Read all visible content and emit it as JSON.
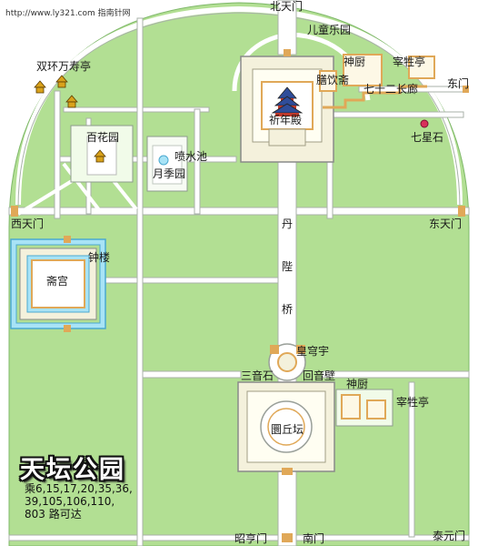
{
  "watermark": "http://www.ly321.com 指南针网",
  "park_title": "天坛公园",
  "bus_info": [
    "乘6,15,17,20,35,36,",
    "39,105,106,110,",
    "803 路可达"
  ],
  "labels": {
    "north_gate": "北天门",
    "children_park": "儿童乐园",
    "shuanghuan_pavilion": "双环万寿亭",
    "divine_kitchen_north": "神厨",
    "slaughter_pavilion_north": "宰牲亭",
    "shanyin_hall": "膳饮斋",
    "long_corridor": "七十二长廊",
    "east_gate_north": "东门",
    "hall_of_prayer": "祈年殿",
    "seven_star_stones": "七星石",
    "baihua_garden": "百花园",
    "fountain": "喷水池",
    "rose_garden": "月季园",
    "west_gate": "西天门",
    "east_gate": "东天门",
    "danbi_bridge_1": "丹",
    "danbi_bridge_2": "陛",
    "danbi_bridge_3": "桥",
    "bell_tower": "钟楼",
    "fasting_palace": "斋宫",
    "imperial_vault": "皇穹宇",
    "echo_stones": "三音石",
    "echo_wall": "回音壁",
    "divine_kitchen_south": "神厨",
    "slaughter_pavilion_south": "宰牲亭",
    "circular_mound": "圜丘坛",
    "zhaoheng_gate": "昭亨门",
    "south_gate": "南门",
    "taiyuan_gate": "泰元门"
  },
  "colors": {
    "grass": "#b2df93",
    "path": "#ffffff",
    "path_edge": "#9aa09a",
    "complex": "#f4f1dc",
    "wall": "#e0a858",
    "water": "#a8e3f6",
    "moat_edge": "#4ba9d0",
    "marker": "#d8315b"
  },
  "icons": [
    "pavilion-icon",
    "red-dot-marker-icon",
    "temple-icon"
  ]
}
